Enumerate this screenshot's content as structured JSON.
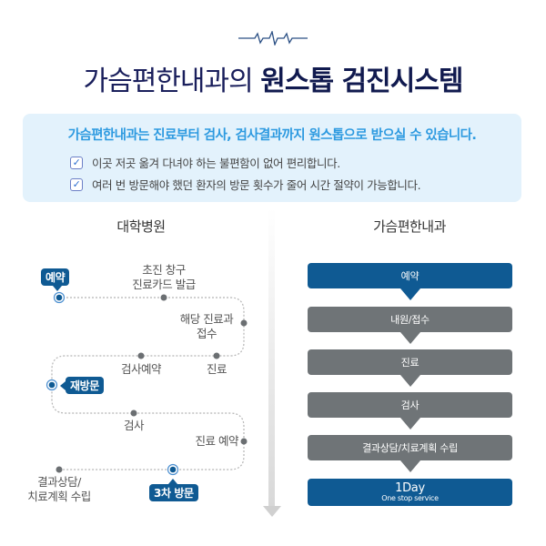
{
  "header": {
    "icon": "heartbeat-line-icon",
    "title_regular": "가슴편한내과의 ",
    "title_bold": "원스톱 검진시스템"
  },
  "info": {
    "lead": "가슴편한내과는 진료부터 검사, 검사결과까지 원스톱으로 받으실 수  있습니다.",
    "checks": [
      "이곳 저곳 옮겨 다녀야 하는 불편함이 없어 편리합니다.",
      "여러 번 방문해야 했던 환자의 방문 횟수가 줄어 시간 절약이 가능합니다."
    ]
  },
  "hospital": {
    "heading": "대학병원",
    "tags": [
      "예약",
      "재방문",
      "3차 방문"
    ],
    "steps": {
      "first_visit_1": "초진 창구",
      "first_visit_2": "진료카드 발급",
      "dept_1": "해당 진료과",
      "dept_2": "접수",
      "treatment": "진료",
      "exam_booking": "검사예약",
      "exam": "검사",
      "treatment_booking": "진료 예약",
      "result_1": "결과상담/",
      "result_2": "치료계획 수립"
    }
  },
  "clinic": {
    "heading": "가슴편한내과",
    "steps": [
      "예약",
      "내원/접수",
      "진료",
      "검사",
      "결과상담/치료계획 수립"
    ],
    "final_big": "1Day",
    "final_small": "One stop service"
  },
  "colors": {
    "navy": "#0f5a93",
    "grey": "#6f7477",
    "lead": "#2d9ae0",
    "infobg": "#e3f2fc"
  }
}
